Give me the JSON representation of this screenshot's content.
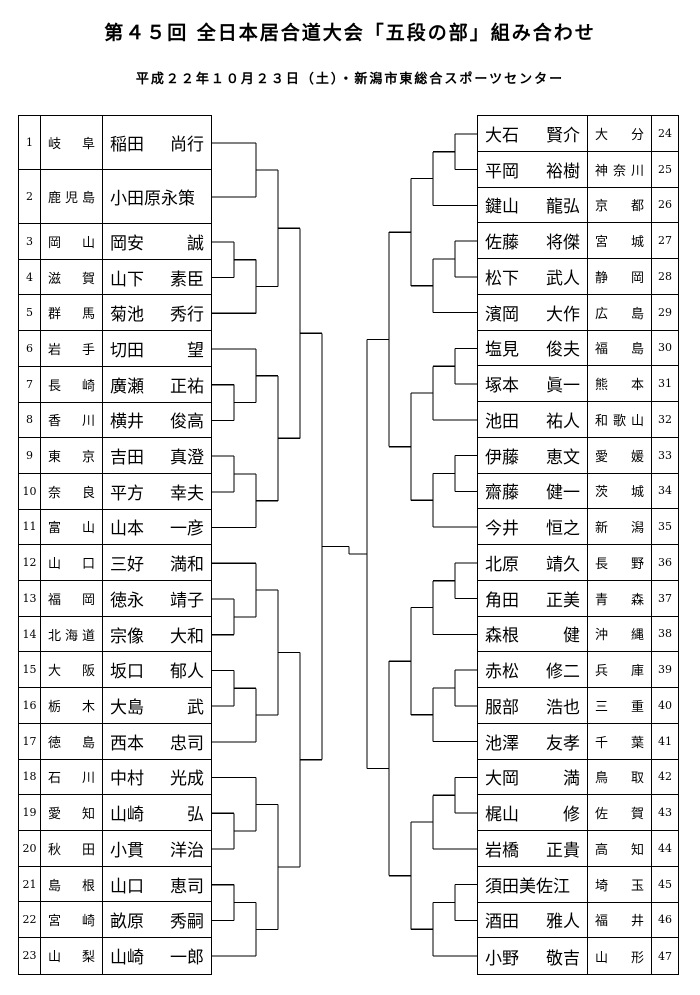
{
  "title": "第４５回 全日本居合道大会「五段の部」組み合わせ",
  "subtitle": "平成２２年１０月２３日（土）・新潟市東総合スポーツセンター",
  "players": {
    "left": [
      {
        "no": 1,
        "pref": "岐阜",
        "sei": "稲田",
        "mei": "尚行"
      },
      {
        "no": 2,
        "pref": "鹿児島",
        "sei": "小田原永策",
        "mei": ""
      },
      {
        "no": 3,
        "pref": "岡山",
        "sei": "岡安",
        "mei": "誠"
      },
      {
        "no": 4,
        "pref": "滋賀",
        "sei": "山下",
        "mei": "素臣"
      },
      {
        "no": 5,
        "pref": "群馬",
        "sei": "菊池",
        "mei": "秀行"
      },
      {
        "no": 6,
        "pref": "岩手",
        "sei": "切田",
        "mei": "望"
      },
      {
        "no": 7,
        "pref": "長崎",
        "sei": "廣瀬",
        "mei": "正祐"
      },
      {
        "no": 8,
        "pref": "香川",
        "sei": "横井",
        "mei": "俊高"
      },
      {
        "no": 9,
        "pref": "東京",
        "sei": "吉田",
        "mei": "真澄"
      },
      {
        "no": 10,
        "pref": "奈良",
        "sei": "平方",
        "mei": "幸夫"
      },
      {
        "no": 11,
        "pref": "富山",
        "sei": "山本",
        "mei": "一彦"
      },
      {
        "no": 12,
        "pref": "山口",
        "sei": "三好",
        "mei": "満和"
      },
      {
        "no": 13,
        "pref": "福岡",
        "sei": "徳永",
        "mei": "靖子"
      },
      {
        "no": 14,
        "pref": "北海道",
        "sei": "宗像",
        "mei": "大和"
      },
      {
        "no": 15,
        "pref": "大阪",
        "sei": "坂口",
        "mei": "郁人"
      },
      {
        "no": 16,
        "pref": "栃木",
        "sei": "大島",
        "mei": "武"
      },
      {
        "no": 17,
        "pref": "徳島",
        "sei": "西本",
        "mei": "忠司"
      },
      {
        "no": 18,
        "pref": "石川",
        "sei": "中村",
        "mei": "光成"
      },
      {
        "no": 19,
        "pref": "愛知",
        "sei": "山崎",
        "mei": "弘"
      },
      {
        "no": 20,
        "pref": "秋田",
        "sei": "小貫",
        "mei": "洋治"
      },
      {
        "no": 21,
        "pref": "島根",
        "sei": "山口",
        "mei": "恵司"
      },
      {
        "no": 22,
        "pref": "宮崎",
        "sei": "畝原",
        "mei": "秀嗣"
      },
      {
        "no": 23,
        "pref": "山梨",
        "sei": "山崎",
        "mei": "一郎"
      }
    ],
    "right": [
      {
        "no": 24,
        "pref": "大分",
        "sei": "大石",
        "mei": "賢介"
      },
      {
        "no": 25,
        "pref": "神奈川",
        "sei": "平岡",
        "mei": "裕樹"
      },
      {
        "no": 26,
        "pref": "京都",
        "sei": "鍵山",
        "mei": "龍弘"
      },
      {
        "no": 27,
        "pref": "宮城",
        "sei": "佐藤",
        "mei": "将傑"
      },
      {
        "no": 28,
        "pref": "静岡",
        "sei": "松下",
        "mei": "武人"
      },
      {
        "no": 29,
        "pref": "広島",
        "sei": "濱岡",
        "mei": "大作"
      },
      {
        "no": 30,
        "pref": "福島",
        "sei": "塩見",
        "mei": "俊夫"
      },
      {
        "no": 31,
        "pref": "熊本",
        "sei": "塚本",
        "mei": "眞一"
      },
      {
        "no": 32,
        "pref": "和歌山",
        "sei": "池田",
        "mei": "祐人"
      },
      {
        "no": 33,
        "pref": "愛媛",
        "sei": "伊藤",
        "mei": "恵文"
      },
      {
        "no": 34,
        "pref": "茨城",
        "sei": "齋藤",
        "mei": "健一"
      },
      {
        "no": 35,
        "pref": "新潟",
        "sei": "今井",
        "mei": "恒之"
      },
      {
        "no": 36,
        "pref": "長野",
        "sei": "北原",
        "mei": "靖久"
      },
      {
        "no": 37,
        "pref": "青森",
        "sei": "角田",
        "mei": "正美"
      },
      {
        "no": 38,
        "pref": "沖縄",
        "sei": "森根",
        "mei": "健"
      },
      {
        "no": 39,
        "pref": "兵庫",
        "sei": "赤松",
        "mei": "修二"
      },
      {
        "no": 40,
        "pref": "三重",
        "sei": "服部",
        "mei": "浩也"
      },
      {
        "no": 41,
        "pref": "千葉",
        "sei": "池澤",
        "mei": "友孝"
      },
      {
        "no": 42,
        "pref": "鳥取",
        "sei": "大岡",
        "mei": "満"
      },
      {
        "no": 43,
        "pref": "佐賀",
        "sei": "梶山",
        "mei": "修"
      },
      {
        "no": 44,
        "pref": "高知",
        "sei": "岩橋",
        "mei": "正貴"
      },
      {
        "no": 45,
        "pref": "埼玉",
        "sei": "須田美佐江",
        "mei": ""
      },
      {
        "no": 46,
        "pref": "福井",
        "sei": "酒田",
        "mei": "雅人"
      },
      {
        "no": 47,
        "pref": "山形",
        "sei": "小野",
        "mei": "敬吉"
      }
    ]
  },
  "bracket": {
    "left": [
      [
        [
          [
            [
              1
            ],
            [
              2
            ]
          ],
          [
            [
              3,
              4
            ],
            [
              5
            ]
          ]
        ],
        [
          [
            [
              6
            ],
            [
              7,
              8
            ]
          ],
          [
            [
              9,
              10
            ],
            [
              11
            ]
          ]
        ]
      ],
      [
        [
          [
            [
              12
            ],
            [
              13,
              14
            ]
          ],
          [
            [
              15,
              16
            ],
            [
              17
            ]
          ]
        ],
        [
          [
            [
              18
            ],
            [
              19,
              20
            ]
          ],
          [
            [
              21,
              22
            ],
            [
              23
            ]
          ]
        ]
      ]
    ],
    "right": [
      [
        [
          [
            [
              24,
              25
            ],
            [
              26
            ]
          ],
          [
            [
              27,
              28
            ],
            [
              29
            ]
          ]
        ],
        [
          [
            [
              30,
              31
            ],
            [
              32
            ]
          ],
          [
            [
              33,
              34
            ],
            [
              35
            ]
          ]
        ]
      ],
      [
        [
          [
            [
              36,
              37
            ],
            [
              38
            ]
          ],
          [
            [
              39,
              40
            ],
            [
              41
            ]
          ]
        ],
        [
          [
            [
              42,
              43
            ],
            [
              44
            ]
          ],
          [
            [
              45,
              46
            ],
            [
              47
            ]
          ]
        ]
      ]
    ]
  },
  "line_color": "#000000"
}
